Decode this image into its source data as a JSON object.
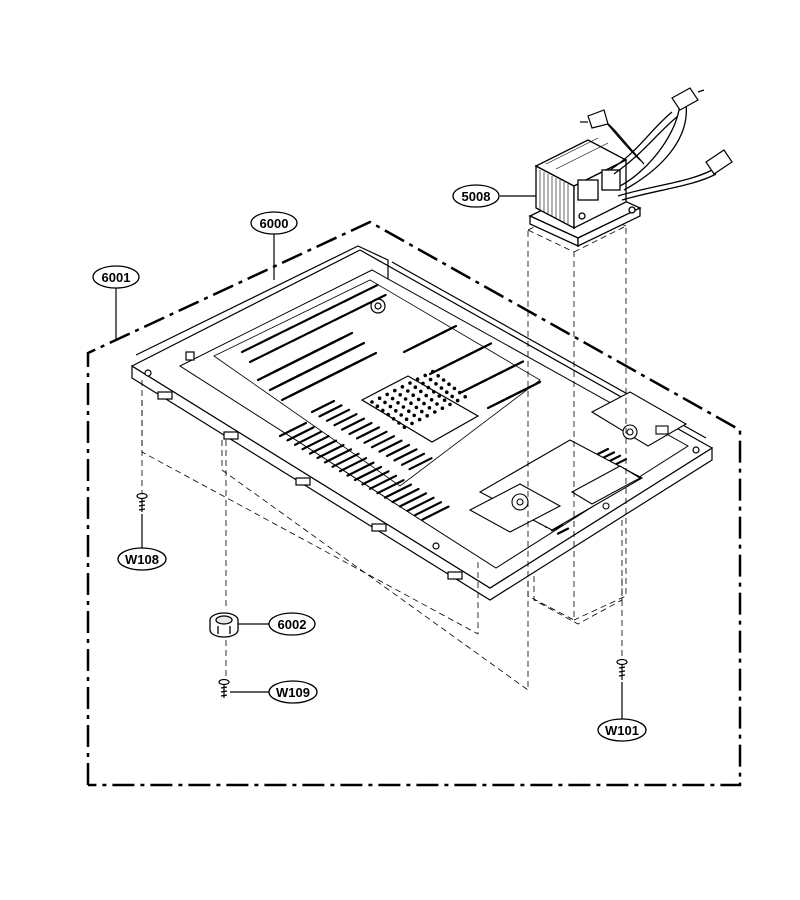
{
  "diagram": {
    "callouts": {
      "c6000": "6000",
      "c6001": "6001",
      "c5008": "5008",
      "c6002": "6002",
      "cW108": "W108",
      "cW109": "W109",
      "cW101": "W101"
    },
    "colors": {
      "line": "#000000",
      "fill": "#ffffff",
      "shade": "#e6e6e6"
    }
  }
}
